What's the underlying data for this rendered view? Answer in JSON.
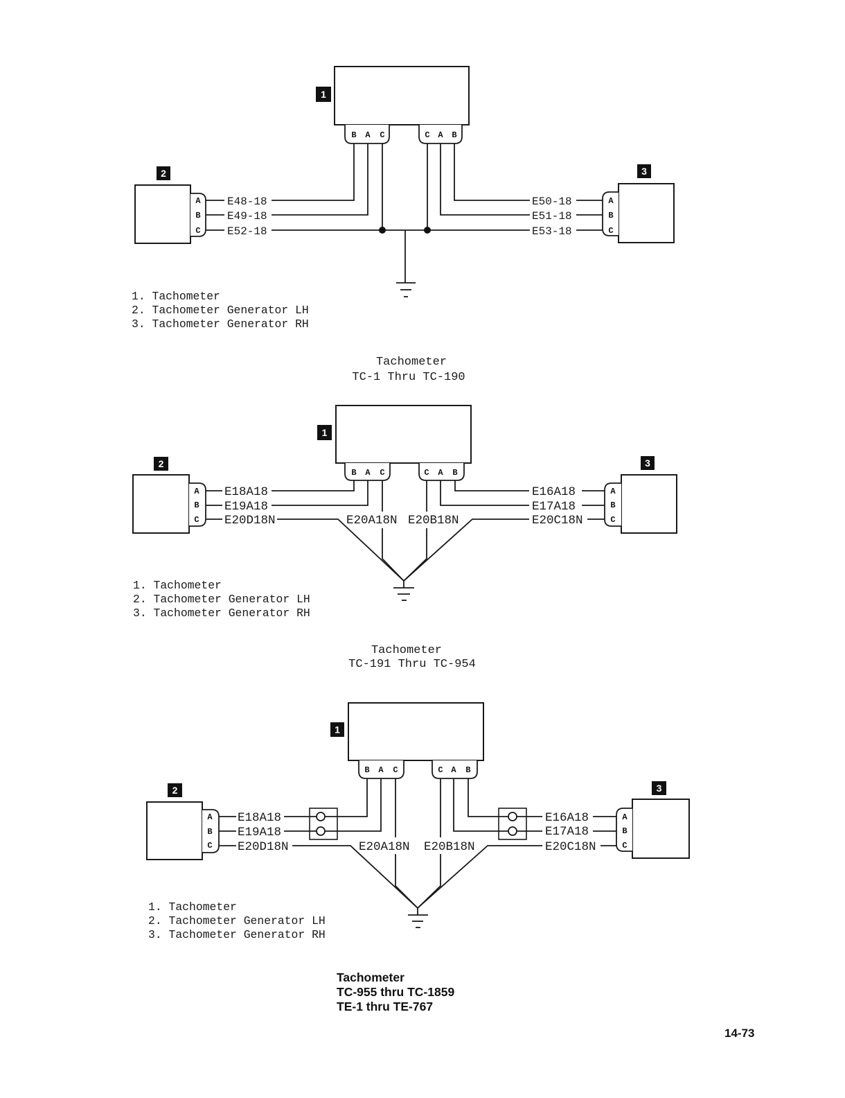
{
  "diagrams": [
    {
      "callouts": {
        "tachometer": "1",
        "generator_lh": "2",
        "generator_rh": "3"
      },
      "tachometer_pins": {
        "left": [
          "B",
          "A",
          "C"
        ],
        "right": [
          "C",
          "A",
          "B"
        ]
      },
      "generator_lh": {
        "pins": [
          "A",
          "B",
          "C"
        ],
        "wires": [
          "E48-18",
          "E49-18",
          "E52-18"
        ]
      },
      "generator_rh": {
        "pins": [
          "A",
          "B",
          "C"
        ],
        "wires": [
          "E50-18",
          "E51-18",
          "E53-18"
        ]
      },
      "legend": [
        "1. Tachometer",
        "2. Tachometer Generator LH",
        "3. Tachometer Generator RH"
      ],
      "caption": [
        "Tachometer",
        "TC-1 Thru TC-190"
      ]
    },
    {
      "callouts": {
        "tachometer": "1",
        "generator_lh": "2",
        "generator_rh": "3"
      },
      "tachometer_pins": {
        "left": [
          "B",
          "A",
          "C"
        ],
        "right": [
          "C",
          "A",
          "B"
        ]
      },
      "generator_lh": {
        "pins": [
          "A",
          "B",
          "C"
        ],
        "wires": [
          "E18A18",
          "E19A18",
          "E20D18N"
        ]
      },
      "ground_wires": [
        "E20A18N",
        "E20B18N"
      ],
      "generator_rh": {
        "pins": [
          "A",
          "B",
          "C"
        ],
        "wires": [
          "E16A18",
          "E17A18",
          "E20C18N"
        ]
      },
      "legend": [
        "1. Tachometer",
        "2. Tachometer Generator LH",
        "3. Tachometer Generator RH"
      ],
      "caption": [
        "Tachometer",
        "TC-191 Thru TC-954"
      ]
    },
    {
      "callouts": {
        "tachometer": "1",
        "generator_lh": "2",
        "generator_rh": "3"
      },
      "tachometer_pins": {
        "left": [
          "B",
          "A",
          "C"
        ],
        "right": [
          "C",
          "A",
          "B"
        ]
      },
      "generator_lh": {
        "pins": [
          "A",
          "B",
          "C"
        ],
        "wires": [
          "E18A18",
          "E19A18",
          "E20D18N"
        ]
      },
      "ground_wires": [
        "E20A18N",
        "E20B18N"
      ],
      "generator_rh": {
        "pins": [
          "A",
          "B",
          "C"
        ],
        "wires": [
          "E16A18",
          "E17A18",
          "E20C18N"
        ]
      },
      "legend": [
        "1. Tachometer",
        "2. Tachometer Generator LH",
        "3. Tachometer Generator RH"
      ],
      "caption": [
        "Tachometer",
        "TC-955 thru TC-1859",
        "TE-1 thru TE-767"
      ]
    }
  ],
  "page_number": "14-73"
}
